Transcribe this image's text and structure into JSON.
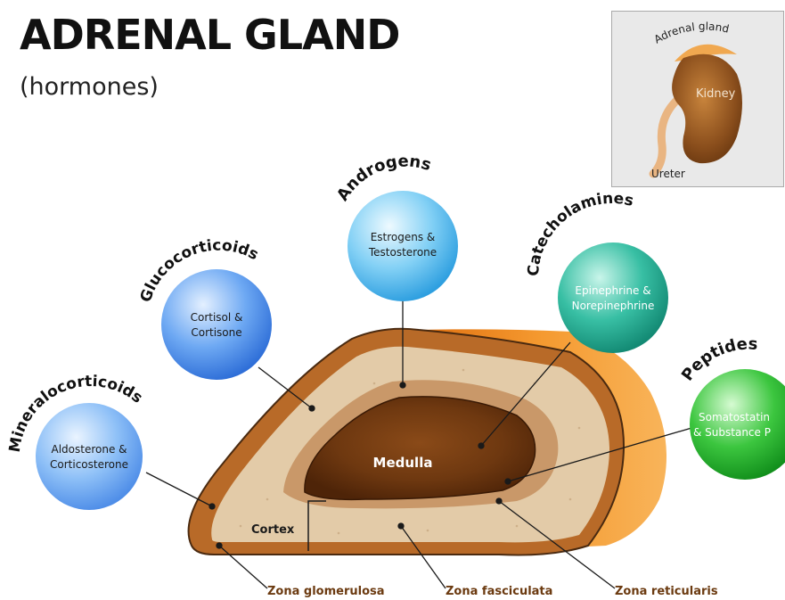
{
  "title": "ADRENAL GLAND",
  "subtitle": "(hormones)",
  "inset": {
    "gland_label": "Adrenal gland",
    "kidney_label": "Kidney",
    "ureter_label": "Ureter"
  },
  "regions": {
    "medulla": "Medulla",
    "cortex": "Cortex",
    "zona_glomerulosa": "Zona glomerulosa",
    "zona_fasciculata": "Zona fasciculata",
    "zona_reticularis": "Zona reticularis"
  },
  "hormone_groups": [
    {
      "name": "Mineralocorticoids",
      "line1": "Aldosterone &",
      "line2": "Corticosterone",
      "color": "#7db3f5"
    },
    {
      "name": "Glucocorticoids",
      "line1": "Cortisol &",
      "line2": "Cortisone",
      "color": "#5d9bf0"
    },
    {
      "name": "Androgens",
      "line1": "Estrogens &",
      "line2": "Testosterone",
      "color": "#6fc5f2"
    },
    {
      "name": "Catecholamines",
      "line1": "Epinephrine &",
      "line2": "Norepinephrine",
      "color": "#2fb39a"
    },
    {
      "name": "Peptides",
      "line1": "Somatostatin",
      "line2": "& Substance P",
      "color": "#2fbf3a"
    }
  ]
}
